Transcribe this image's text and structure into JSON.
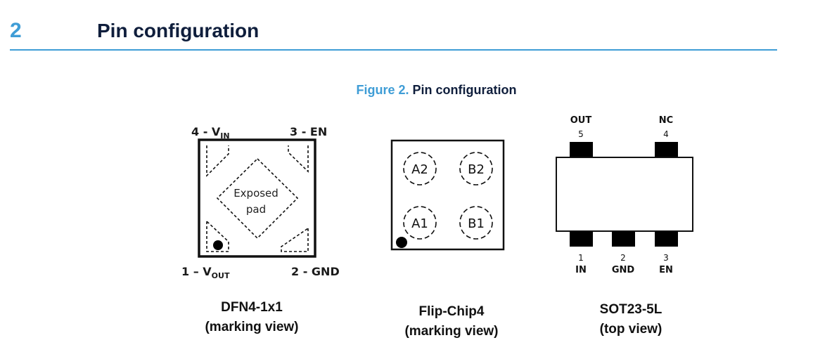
{
  "section": {
    "number": "2",
    "title": "Pin configuration"
  },
  "figure": {
    "label": "Figure 2.",
    "title": "Pin configuration"
  },
  "dfn": {
    "pin4": "4 - V",
    "pin4_sub": "IN",
    "pin3": "3 - EN",
    "pin1": "1 – V",
    "pin1_sub": "OUT",
    "pin2": "2 - GND",
    "pad_line1": "Exposed",
    "pad_line2": "pad",
    "caption_line1": "DFN4-1x1",
    "caption_line2": "(marking view)"
  },
  "flipchip": {
    "balls": [
      "A2",
      "B2",
      "A1",
      "B1"
    ],
    "caption_line1": "Flip-Chip4",
    "caption_line2": "(marking view)"
  },
  "sot": {
    "top_pins": [
      {
        "name": "OUT",
        "num": "5"
      },
      {
        "name": "NC",
        "num": "4"
      }
    ],
    "bottom_pins": [
      {
        "num": "1",
        "name": "IN"
      },
      {
        "num": "2",
        "name": "GND"
      },
      {
        "num": "3",
        "name": "EN"
      }
    ],
    "caption_line1": "SOT23-5L",
    "caption_line2": "(top view)"
  }
}
